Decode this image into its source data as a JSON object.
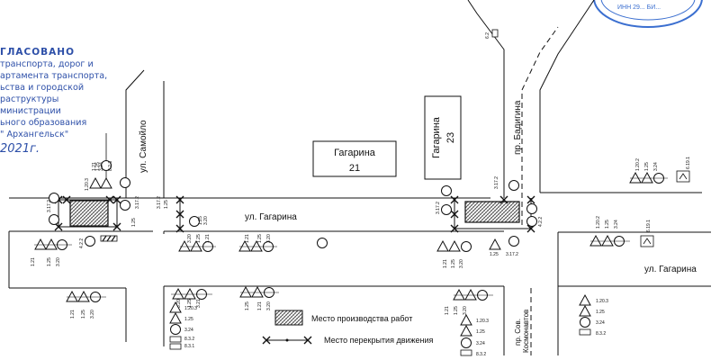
{
  "approval_stamp": {
    "lines": [
      "ГЛАСОВАНО",
      "транспорта, дорог и",
      "артамента транспорта,",
      "ьства и городской",
      "раструктуры",
      "министрации",
      "ьного образования",
      "\" Архангельск\""
    ],
    "signature": "2021г."
  },
  "streets": {
    "gagarina_main": "ул. Гагарина",
    "gagarina_east": "ул. Гагарина",
    "samoylo": "ул. Самойло",
    "badigina": "пр. Бадигина",
    "sov_kosmonavtov_1": "пр. Сов.",
    "sov_kosmonavtov_2": "Космонавтов"
  },
  "buildings": {
    "b21": {
      "street": "Гагарина",
      "number": "21"
    },
    "b23": {
      "street": "Гагарина",
      "number": "23"
    }
  },
  "sign_codes": {
    "n_6_2": "6.2",
    "s1_1_21": "1.21",
    "s1_1_25": "1.25",
    "s1_3_24": "3.24",
    "s1_8_2_3": "8.2.3",
    "s2_1_20_3": "1.20.3",
    "s2_3_17_2": "3.17.2",
    "s3_4_2_2": "4.2.2",
    "s3_1_25": "1.25",
    "s3_3_20": "3.20",
    "s4_3_17_2": "3.17.2",
    "s4_1_25": "1.25",
    "s5_1_21": "1.21",
    "s5_1_25": "1.25",
    "s5_3_20": "3.20",
    "s6_1_21": "1.21",
    "s6_1_25": "1.25",
    "s6_3_20": "3.20",
    "s7_3_17_2": "3.17.2",
    "s8_1_25": "1.25",
    "s8_3_17_2": "3.17.2",
    "s9_1_21": "1.21",
    "s9_1_25": "1.25",
    "s9_3_20": "3.20",
    "s10_3_17_2": "3.17.2",
    "s10_1_25": "1.25",
    "s10_3_20": "3.20",
    "s11_1_21": "1.21",
    "s11_1_25": "1.25",
    "s11_3_20": "3.20",
    "s12_4_2_2": "4.2.2",
    "s12_3_17_2": "3.17.2",
    "s13_1_20_2": "1.20.2",
    "s13_1_25": "1.25",
    "s13_3_24": "3.24",
    "s14_6_19_1": "6.19.1",
    "s15_1_20_2": "1.20.2",
    "s15_1_25": "1.25",
    "s15_3_24": "3.24",
    "s16_6_19_1": "6.19.1",
    "s17_1_21": "1.21",
    "s17_1_25": "1.25",
    "s17_3_20": "3.20",
    "s18_3_20": "3.20",
    "s18_1_25": "1.25",
    "s18_3_21": "3.21",
    "s19_1_20_3": "1.20.3",
    "s19_1_25": "1.25",
    "s19_3_24": "3.24",
    "s19_8_3_2": "8.3.2",
    "s19_8_3_1": "8.3.1",
    "s20_1_25": "1.25",
    "s20_1_21": "1.21",
    "s20_3_20": "3.20",
    "s21_1_21": "1.21",
    "s21_1_25": "1.25",
    "s21_3_20": "3.20",
    "s22_1_20_3": "1.20.3",
    "s22_1_25": "1.25",
    "s22_3_24": "3.24",
    "s22_8_3_2": "8.3.2",
    "s23_1_20_3": "1.20.3",
    "s23_1_25": "1.25",
    "s23_3_24": "3.24",
    "s23_8_3_2": "8.3.2"
  },
  "legend": {
    "work_area": "Место производства работ",
    "traffic_closure": "Место перекрытия движения"
  },
  "colors": {
    "line": "#111111",
    "stamp_blue": "#2d4fa8",
    "hatch": "#444444"
  }
}
